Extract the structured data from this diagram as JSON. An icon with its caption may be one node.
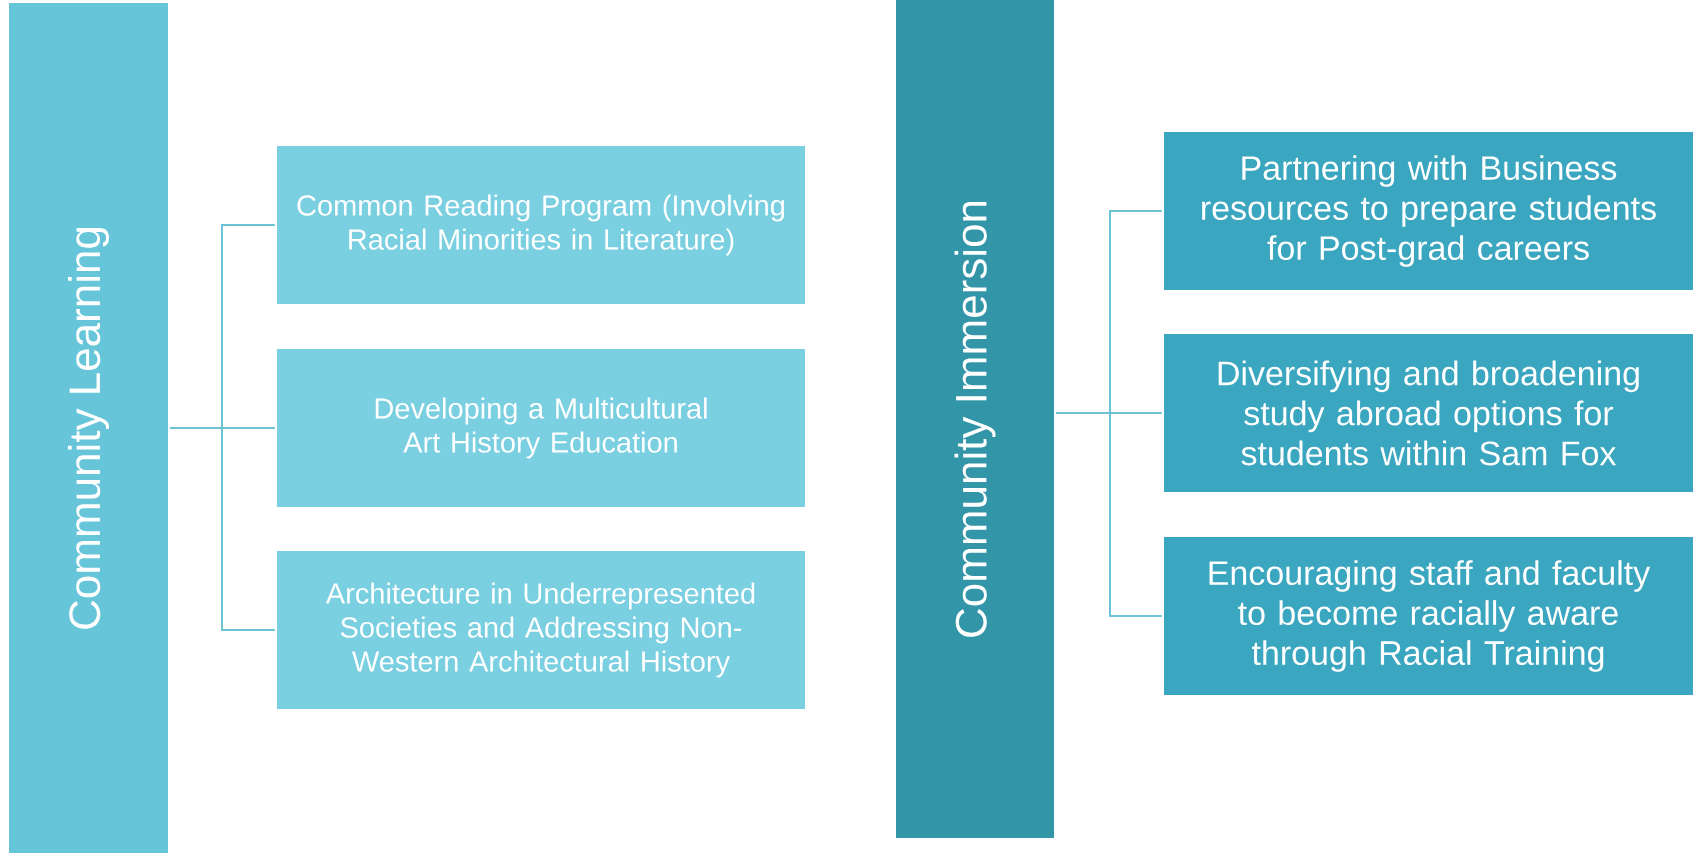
{
  "diagram": {
    "nodes": [
      {
        "text": [
          "Community Learning"
        ]
      },
      {
        "text": [
          "Common Reading Program (Involving Racial Minorities in Literature)"
        ]
      },
      {
        "text": [
          "Developing a Multicultural Art History Education"
        ]
      },
      {
        "text": [
          "Architecture in Underrepresented Societies and Addressing Non-Western Architectural History"
        ]
      },
      {
        "text": [
          "Community Immersion"
        ]
      },
      {
        "text": [
          "Partnering with Business resources to prepare students for Post-grad careers"
        ]
      },
      {
        "text": [
          "Diversifying and broadening study abroad options for students within Sam Fox"
        ]
      },
      {
        "text": [
          "Encouraging staff and faculty to become racially aware through Racial Training"
        ]
      }
    ],
    "edges": [
      {
        "from": 0,
        "to": 1,
        "arrow": "none"
      },
      {
        "from": 0,
        "to": 2,
        "arrow": "none"
      },
      {
        "from": 0,
        "to": 3,
        "arrow": "none"
      },
      {
        "from": 4,
        "to": 5,
        "arrow": "none"
      },
      {
        "from": 4,
        "to": 6,
        "arrow": "none"
      },
      {
        "from": 4,
        "to": 7,
        "arrow": "none"
      }
    ]
  }
}
